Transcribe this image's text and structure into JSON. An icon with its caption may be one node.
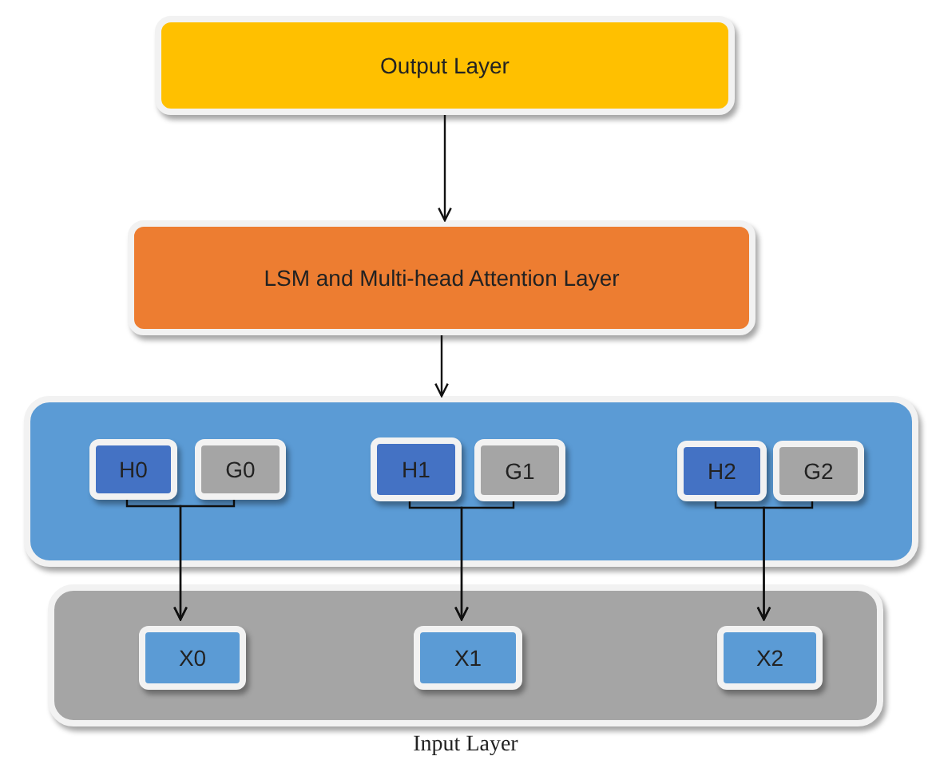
{
  "diagram": {
    "nodes": [
      {
        "text": [
          "Output Layer"
        ]
      },
      {
        "text": [
          "LSM and Multi-head Attention Layer"
        ]
      },
      {
        "text": [],
        "shape": "box"
      },
      {
        "text": [
          "H0"
        ],
        "in": 2
      },
      {
        "text": [
          "G0"
        ],
        "in": 2
      },
      {
        "text": [
          "H1"
        ],
        "in": 2
      },
      {
        "text": [
          "G1"
        ],
        "in": 2
      },
      {
        "text": [
          "H2"
        ],
        "in": 2
      },
      {
        "text": [
          "G2"
        ],
        "in": 2
      },
      {
        "text": [
          "Input Layer"
        ]
      },
      {
        "text": [
          "X0"
        ],
        "in": 9
      },
      {
        "text": [
          "X1"
        ],
        "in": 9
      },
      {
        "text": [
          "X2"
        ],
        "in": 9
      }
    ],
    "edges": [
      {
        "from": 0,
        "to": 1,
        "arrow": "to"
      },
      {
        "from": 1,
        "to": 2,
        "arrow": "to"
      },
      {
        "from": 3,
        "to": 10,
        "arrow": "to"
      },
      {
        "from": 4,
        "to": 10,
        "arrow": "to"
      },
      {
        "from": 5,
        "to": 11,
        "arrow": "to"
      },
      {
        "from": 6,
        "to": 11,
        "arrow": "to"
      },
      {
        "from": 7,
        "to": 12,
        "arrow": "to"
      },
      {
        "from": 8,
        "to": 12,
        "arrow": "to"
      }
    ]
  }
}
